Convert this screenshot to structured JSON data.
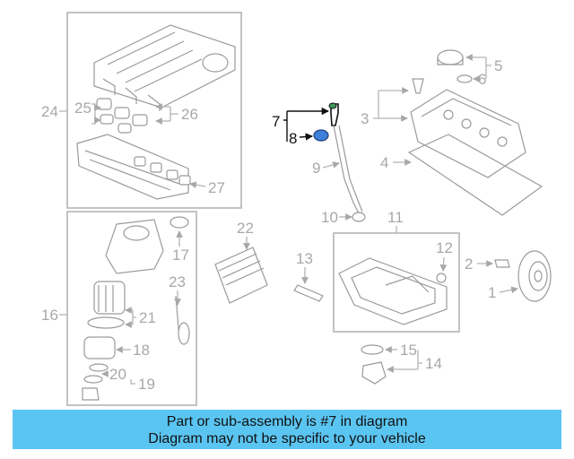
{
  "callouts": {
    "n1": "1",
    "n2": "2",
    "n3": "3",
    "n4": "4",
    "n5": "5",
    "n6": "6",
    "n7": "7",
    "n8": "8",
    "n9": "9",
    "n10": "10",
    "n11": "11",
    "n12": "12",
    "n13": "13",
    "n14": "14",
    "n15": "15",
    "n16": "16",
    "n17": "17",
    "n18": "18",
    "n19": "19",
    "n20": "20",
    "n21": "21",
    "n22": "22",
    "n23": "23",
    "n24": "24",
    "n25": "25",
    "n26": "26",
    "n27": "27"
  },
  "highlighted_part": "7",
  "colors": {
    "banner": "#5bc5f2",
    "highlight": "#111111",
    "dim": "#a8a8a8",
    "seal_blue": "#3d7fd9"
  },
  "banner": {
    "line1": "Part or sub-assembly is #7 in diagram",
    "line2": "Diagram may not be specific to your vehicle"
  }
}
